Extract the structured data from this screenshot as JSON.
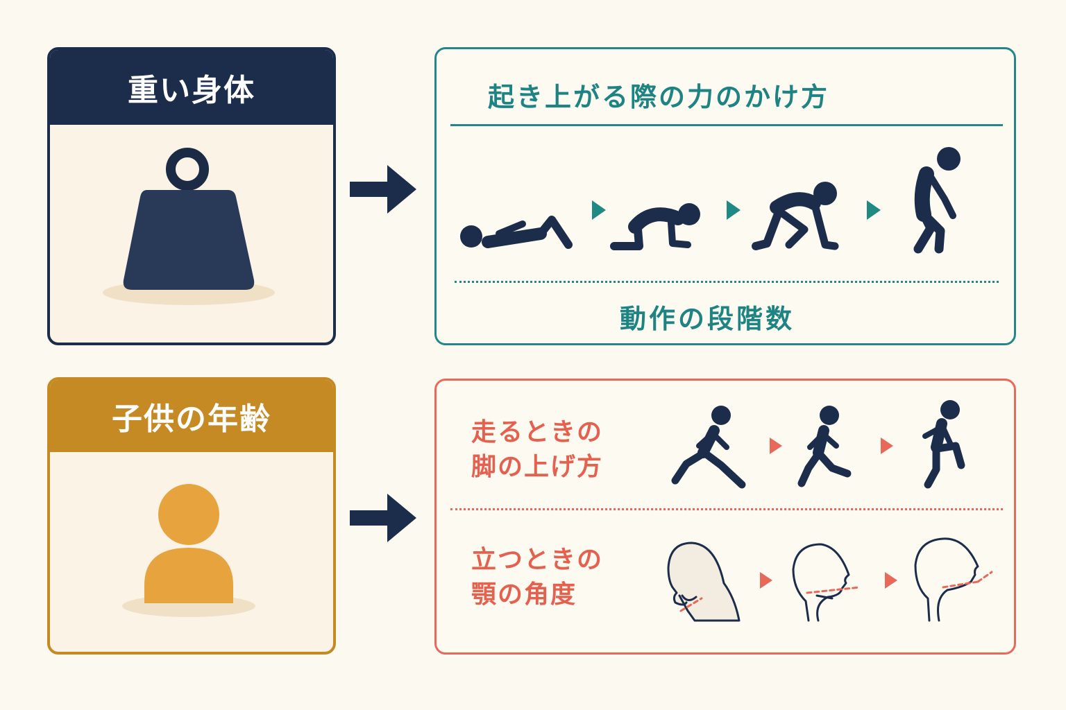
{
  "heavy_body": {
    "title": "重い身体",
    "icon": "weight-icon"
  },
  "child_age": {
    "title": "子供の年齢",
    "icon": "person-icon"
  },
  "rise_panel": {
    "title": "起き上がる際の力のかけ方",
    "footer": "動作の段階数",
    "poses": [
      "lying-figure-icon",
      "crawl-figure-icon",
      "kneel-figure-icon",
      "stooped-stand-figure-icon"
    ]
  },
  "leg_panel": {
    "label_line1": "走るときの",
    "label_line2": "脚の上げ方",
    "poses": [
      "run-stride-icon",
      "run-mid-icon",
      "run-knee-up-icon"
    ]
  },
  "jaw_panel": {
    "label_line1": "立つときの",
    "label_line2": "顎の角度",
    "heads": [
      "head-chin-down-icon",
      "head-chin-neutral-icon",
      "head-chin-up-icon"
    ]
  },
  "colors": {
    "navy": "#1c2d4c",
    "gold": "#c68a24",
    "teal": "#23868a",
    "coral": "#e8685a",
    "background": "#fcf9f0"
  }
}
